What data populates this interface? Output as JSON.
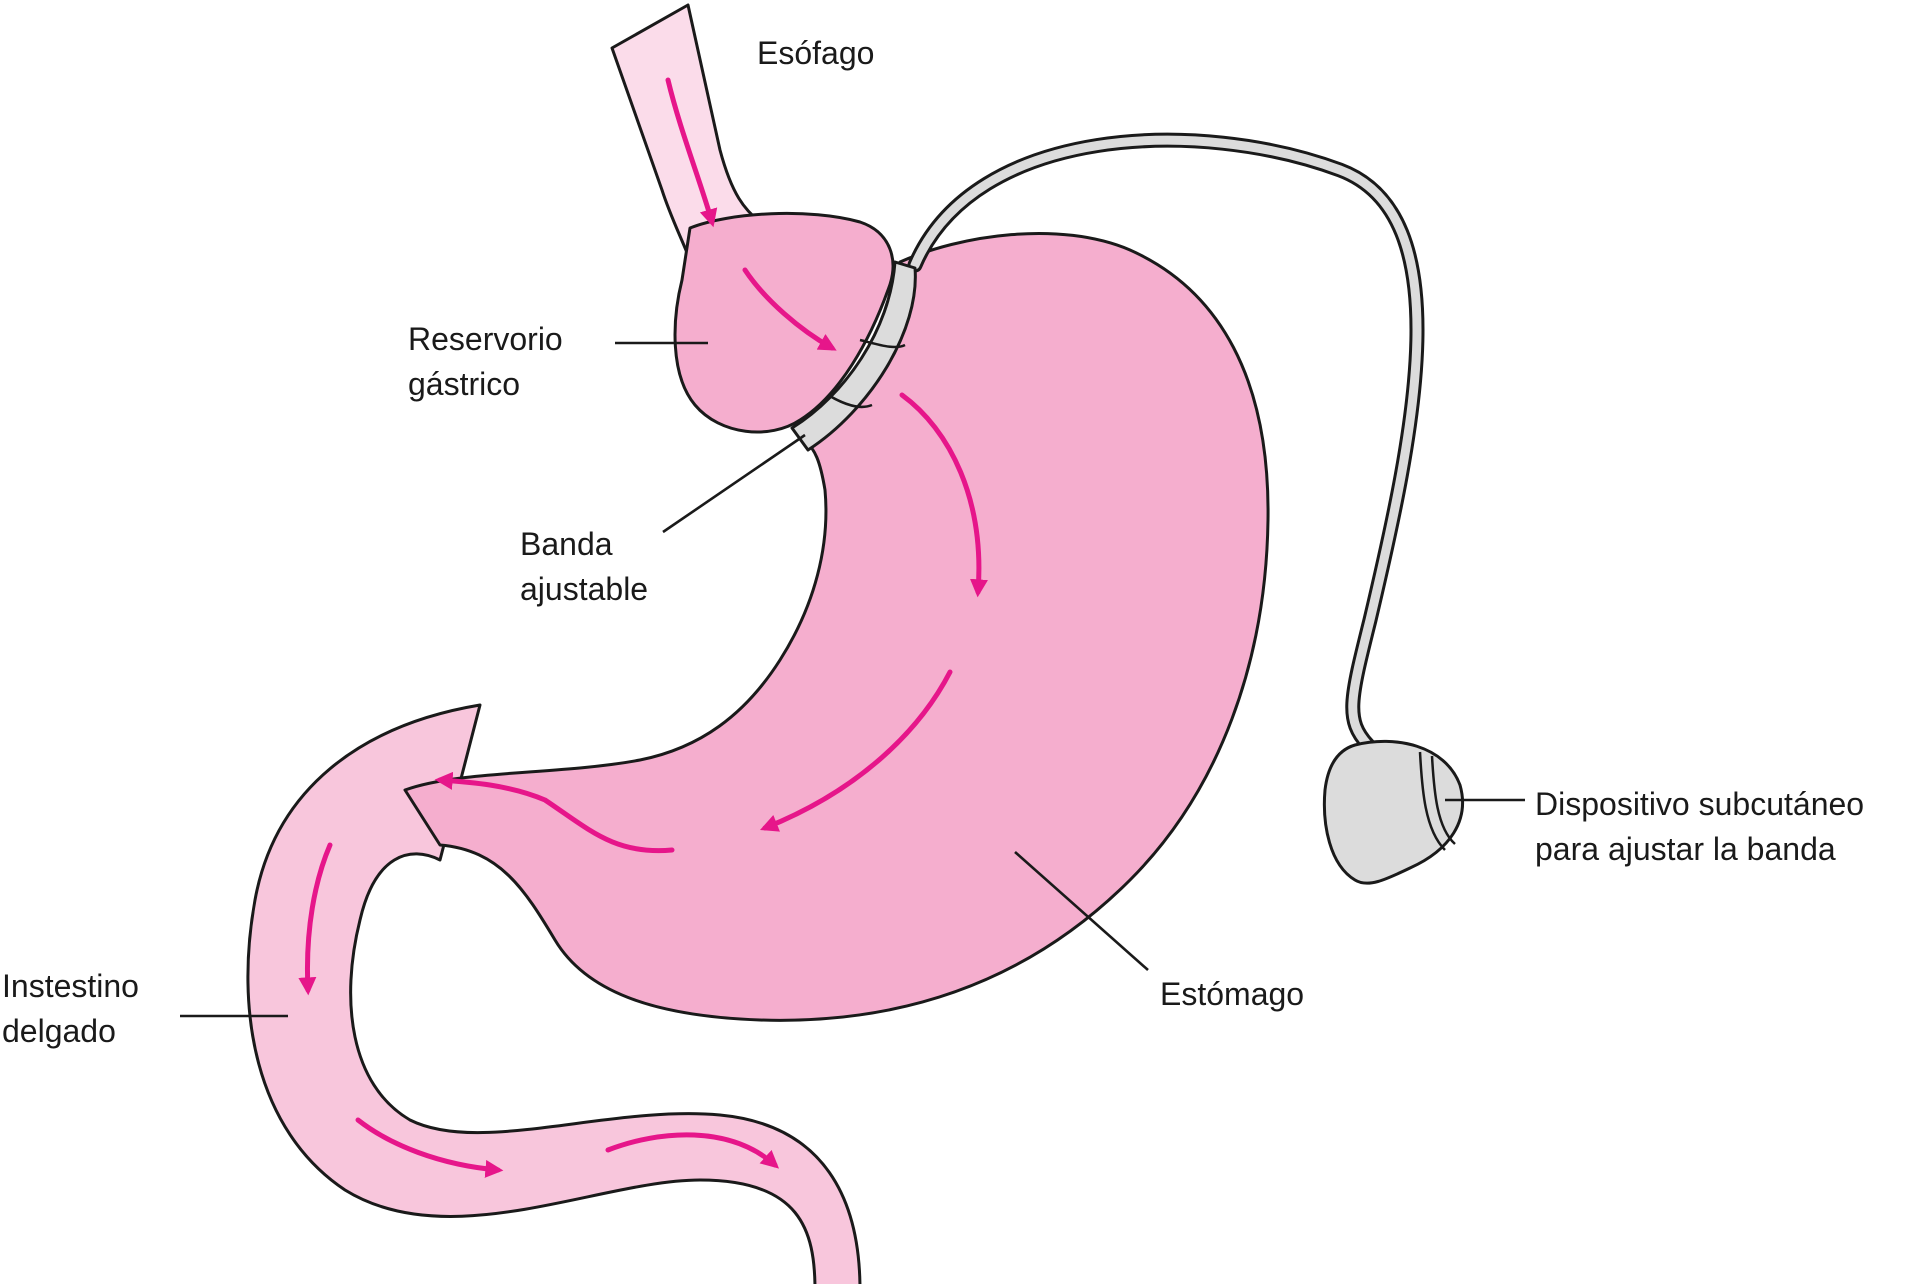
{
  "labels": {
    "esophagus": "Esófago",
    "pouch_line1": "Reservorio",
    "pouch_line2": "gástrico",
    "band_line1": "Banda",
    "band_line2": "ajustable",
    "small_intestine_line1": "Instestino",
    "small_intestine_line2": "delgado",
    "stomach": "Estómago",
    "port_line1": "Dispositivo subcutáneo",
    "port_line2": "para ajustar la banda"
  },
  "colors": {
    "stomach_fill": "#f5aece",
    "intestine_fill": "#f8c6dc",
    "esophagus_fill": "#fbdcea",
    "flow_arrow": "#e6168a",
    "device_fill": "#dcdcdc",
    "outline": "#1a1a1a"
  }
}
